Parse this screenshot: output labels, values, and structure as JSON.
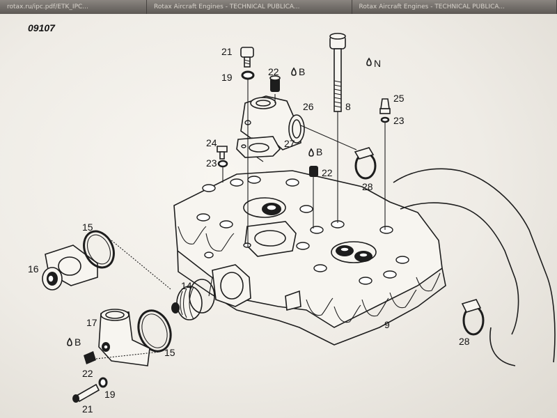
{
  "tabs": [
    {
      "label": "rotax.ru/ipc.pdf/ETK_IPC..."
    },
    {
      "label": "Rotax Aircraft Engines - TECHNICAL PUBLICA..."
    },
    {
      "label": "Rotax Aircraft Engines - TECHNICAL PUBLICA..."
    }
  ],
  "figure_code": "09107",
  "labels": {
    "p21_top": "21",
    "p19_top": "19",
    "p22_top": "22",
    "p22_top_b": "B",
    "p26": "26",
    "p8": "8",
    "p8_n": "N",
    "p25": "25",
    "p23_right": "23",
    "p24": "24",
    "p23_left": "23",
    "p27": "27",
    "p22_mid": "22",
    "p22_mid_b": "B",
    "p28_top": "28",
    "p15_top": "15",
    "p16": "16",
    "p14": "14",
    "p17": "17",
    "p15_bottom": "15",
    "p9": "9",
    "p28_bottom": "28",
    "p_b_bottom": "B",
    "p22_bottom": "22",
    "p19_bottom": "19",
    "p21_bottom": "21"
  }
}
